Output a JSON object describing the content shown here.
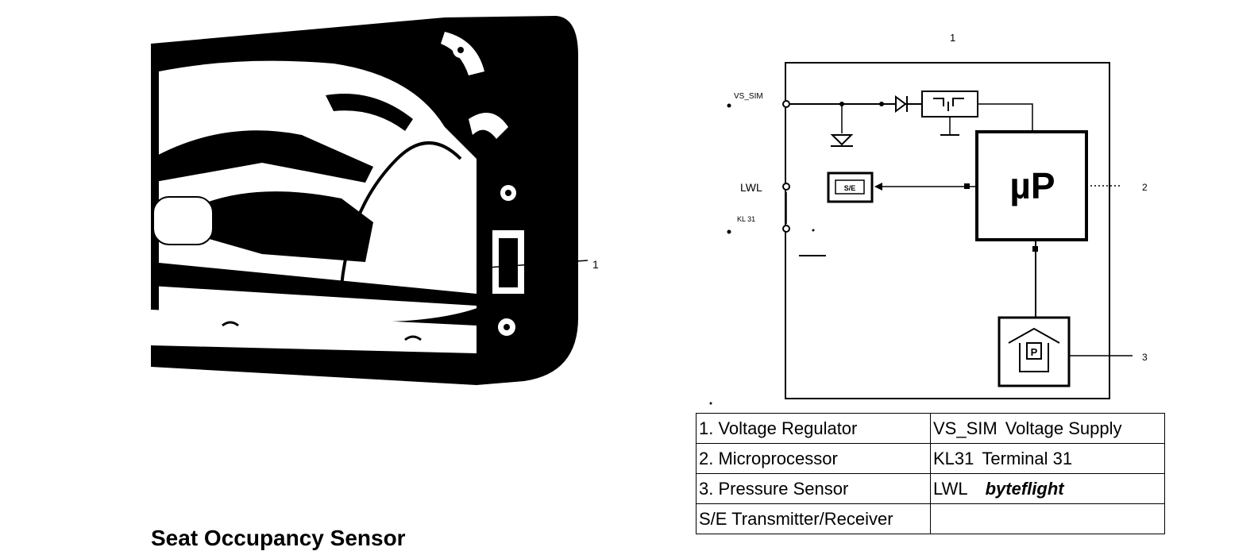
{
  "photo": {
    "callout": "1"
  },
  "schematic": {
    "top_label": "1",
    "pin_vs_sim": "VS_SIM",
    "pin_lwl": "LWL",
    "pin_kl31": "KL 31",
    "se_box": "S/E",
    "micro_label": "µP",
    "callout_2": "2",
    "callout_3": "3"
  },
  "legend": {
    "rows": [
      {
        "left": "1.  Voltage Regulator",
        "right_code": "VS_SIM",
        "right_text": "Voltage Supply"
      },
      {
        "left": "2.  Microprocessor",
        "right_code": "KL31",
        "right_text": "Terminal 31"
      },
      {
        "left": "3.  Pressure Sensor",
        "right_code": "LWL",
        "right_text": "byteflight"
      },
      {
        "left": "S/E   Transmitter/Receiver",
        "right_code": "",
        "right_text": ""
      }
    ]
  },
  "caption": "Seat Occupancy Sensor"
}
